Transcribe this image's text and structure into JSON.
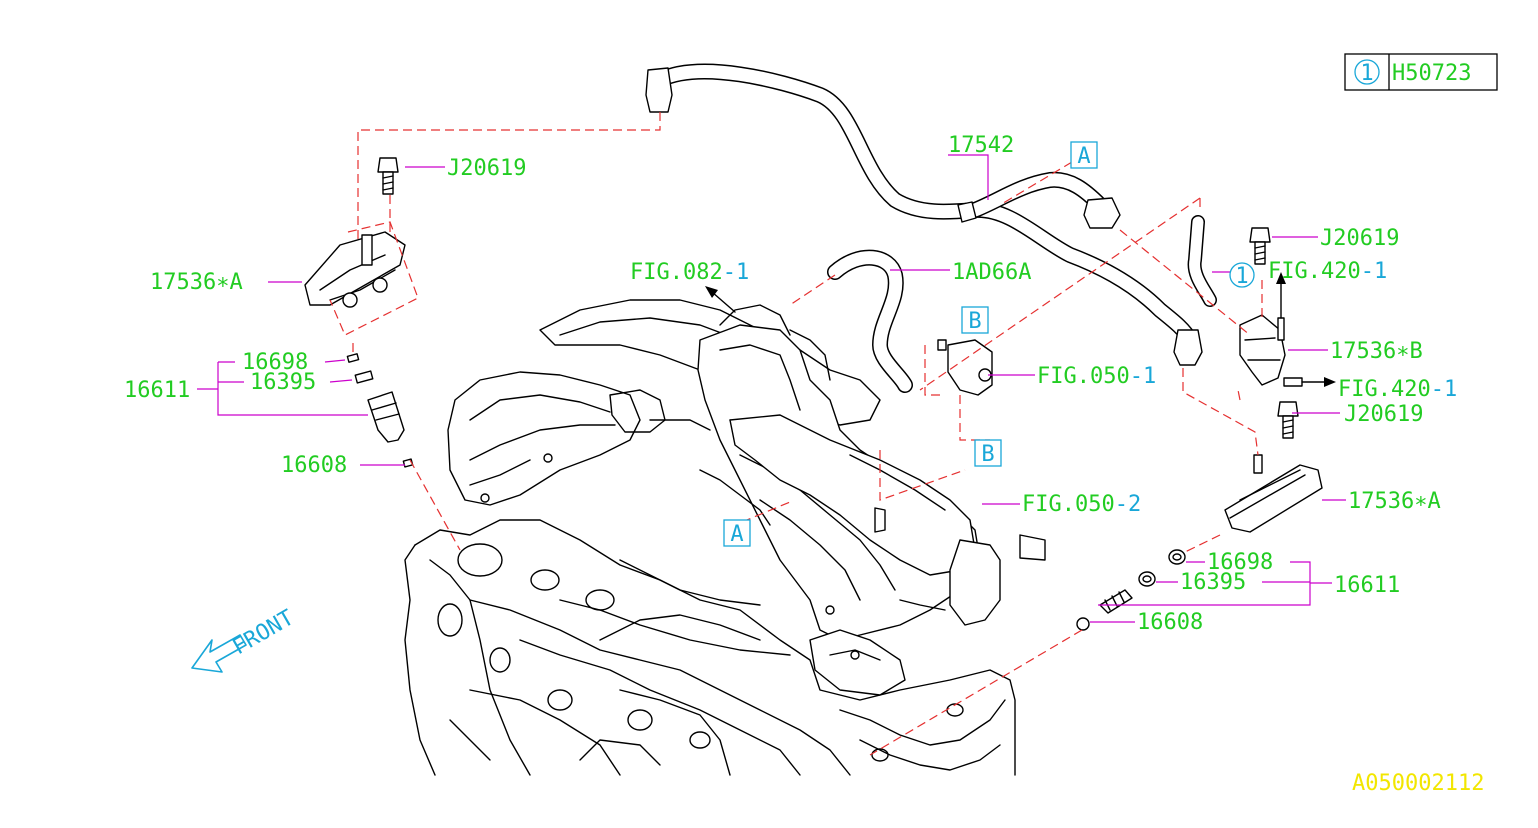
{
  "reference": {
    "circle_number": "1",
    "code": "H50723"
  },
  "labels": {
    "l17542": "17542",
    "l1AD66A": "1AD66A",
    "j20619_left": "J20619",
    "j20619_top_right": "J20619",
    "j20619_mid_right": "J20619",
    "rail_left": "17536∗A",
    "rail_right_b": "17536∗B",
    "rail_right_a": "17536∗A",
    "injector_left": "16611",
    "seal_left": "16698",
    "seal2_left": "16395",
    "oring_left": "16608",
    "injector_right": "16611",
    "seal_right": "16698",
    "seal2_right": "16395",
    "oring_right": "16608",
    "circle_ref_pipe": "1"
  },
  "callouts": {
    "a_top": "A",
    "a_bottom": "A",
    "b_top": "B",
    "b_bottom": "B"
  },
  "figure_refs": {
    "fig082": "FIG.082-1",
    "fig420_top": "FIG.420-1",
    "fig420_mid": "FIG.420-1",
    "fig050_1": "FIG.050-1",
    "fig050_2": "FIG.050-2"
  },
  "front_label": "FRONT",
  "footer_code": "A050002112",
  "colors": {
    "label_green": "#22cc22",
    "callout_cyan": "#19a7d8",
    "leader_magenta": "#cc00cc",
    "dashed_red": "#e53030",
    "footer_yellow": "#f2e600"
  }
}
